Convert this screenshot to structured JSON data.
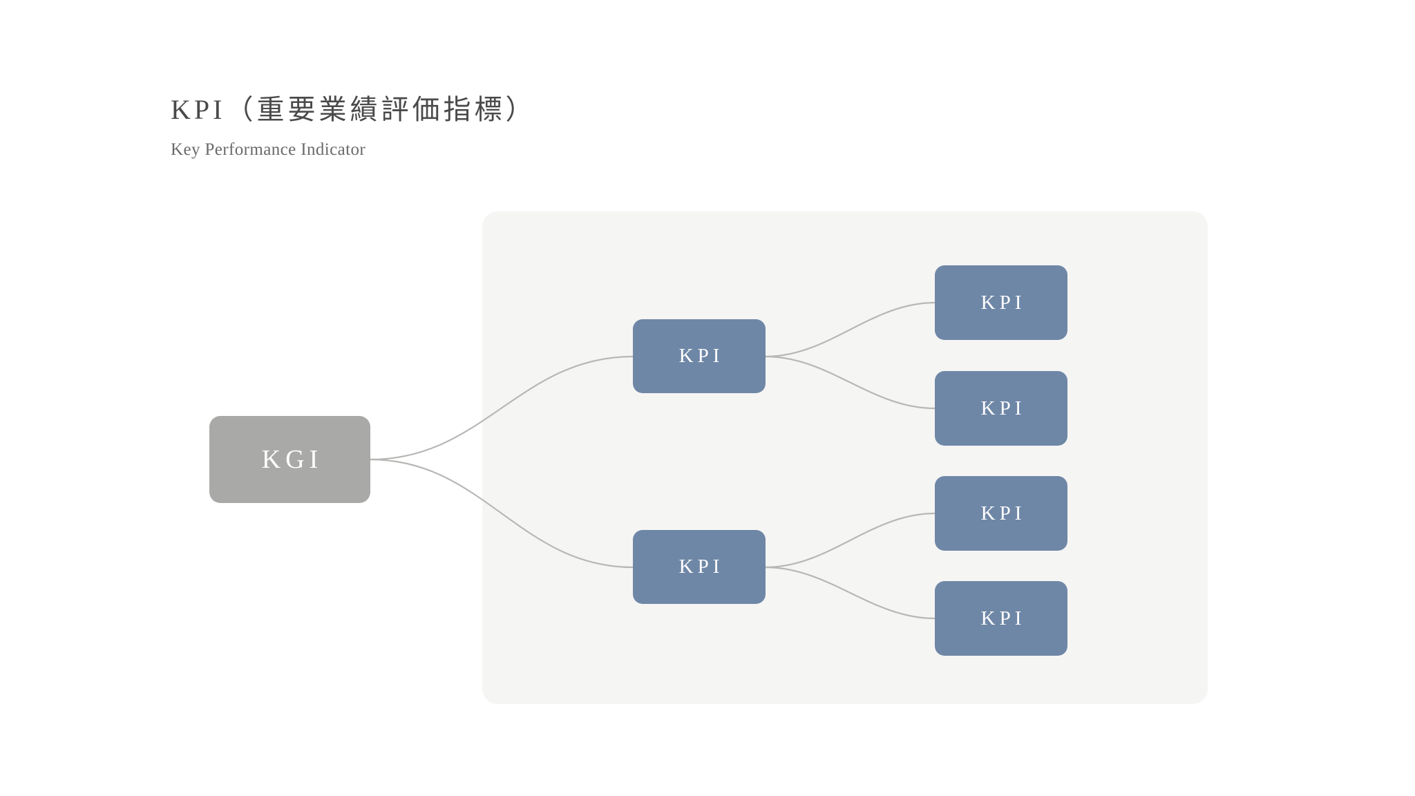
{
  "header": {
    "title": "KPI（重要業績評価指標）",
    "subtitle": "Key Performance Indicator"
  },
  "colors": {
    "page_background": "#ffffff",
    "panel_background": "#f5f5f4",
    "root_node": "#a9a9a7",
    "kpi_node": "#6f87a6",
    "connector_line": "#b7b7b5",
    "title_text": "#4a4a4a",
    "subtitle_text": "#6a6a6a",
    "node_text": "#ffffff"
  },
  "diagram": {
    "type": "tree",
    "root": {
      "id": "kgi",
      "label": "KGI"
    },
    "mid": [
      {
        "id": "kpi-m1",
        "label": "KPI"
      },
      {
        "id": "kpi-m2",
        "label": "KPI"
      }
    ],
    "leaves": [
      {
        "id": "kpi-l1",
        "label": "KPI"
      },
      {
        "id": "kpi-l2",
        "label": "KPI"
      },
      {
        "id": "kpi-l3",
        "label": "KPI"
      },
      {
        "id": "kpi-l4",
        "label": "KPI"
      }
    ],
    "edges": [
      {
        "from": "kgi",
        "to": "kpi-m1"
      },
      {
        "from": "kgi",
        "to": "kpi-m2"
      },
      {
        "from": "kpi-m1",
        "to": "kpi-l1"
      },
      {
        "from": "kpi-m1",
        "to": "kpi-l2"
      },
      {
        "from": "kpi-m2",
        "to": "kpi-l3"
      },
      {
        "from": "kpi-m2",
        "to": "kpi-l4"
      }
    ]
  }
}
